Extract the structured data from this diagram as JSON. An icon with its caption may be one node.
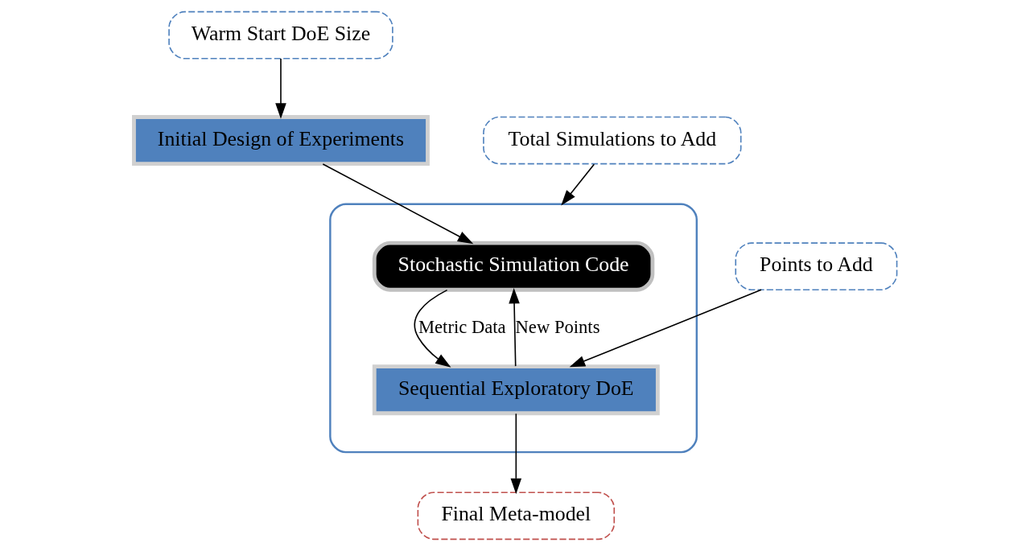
{
  "diagram": {
    "nodes": [
      {
        "text": [
          "Warm Start DoE Size"
        ]
      },
      {
        "text": [
          "Initial Design of Experiments"
        ]
      },
      {
        "text": [],
        "shape": "box"
      },
      {
        "text": [
          "Final Meta-model"
        ]
      },
      {
        "text": [
          "Stochastic Simulation Code"
        ],
        "in": 2
      },
      {
        "text": [
          "Sequential Exploratory DoE"
        ],
        "in": 2
      },
      {
        "text": [
          "Total Simulations to Add"
        ]
      },
      {
        "text": [
          "Points to Add"
        ]
      }
    ],
    "edges": [
      {
        "from": 0,
        "to": 1,
        "arrow": "to"
      },
      {
        "from": 1,
        "to": 4,
        "arrow": "to"
      },
      {
        "from": 4,
        "to": 5,
        "arrow": "to",
        "label": "Metric Data"
      },
      {
        "from": 5,
        "to": 4,
        "arrow": "to",
        "label": "New Points"
      },
      {
        "from": 5,
        "to": 3,
        "arrow": "to"
      },
      {
        "from": 6,
        "to": 2,
        "arrow": "to"
      },
      {
        "from": 7,
        "to": 5,
        "arrow": "to"
      }
    ]
  }
}
